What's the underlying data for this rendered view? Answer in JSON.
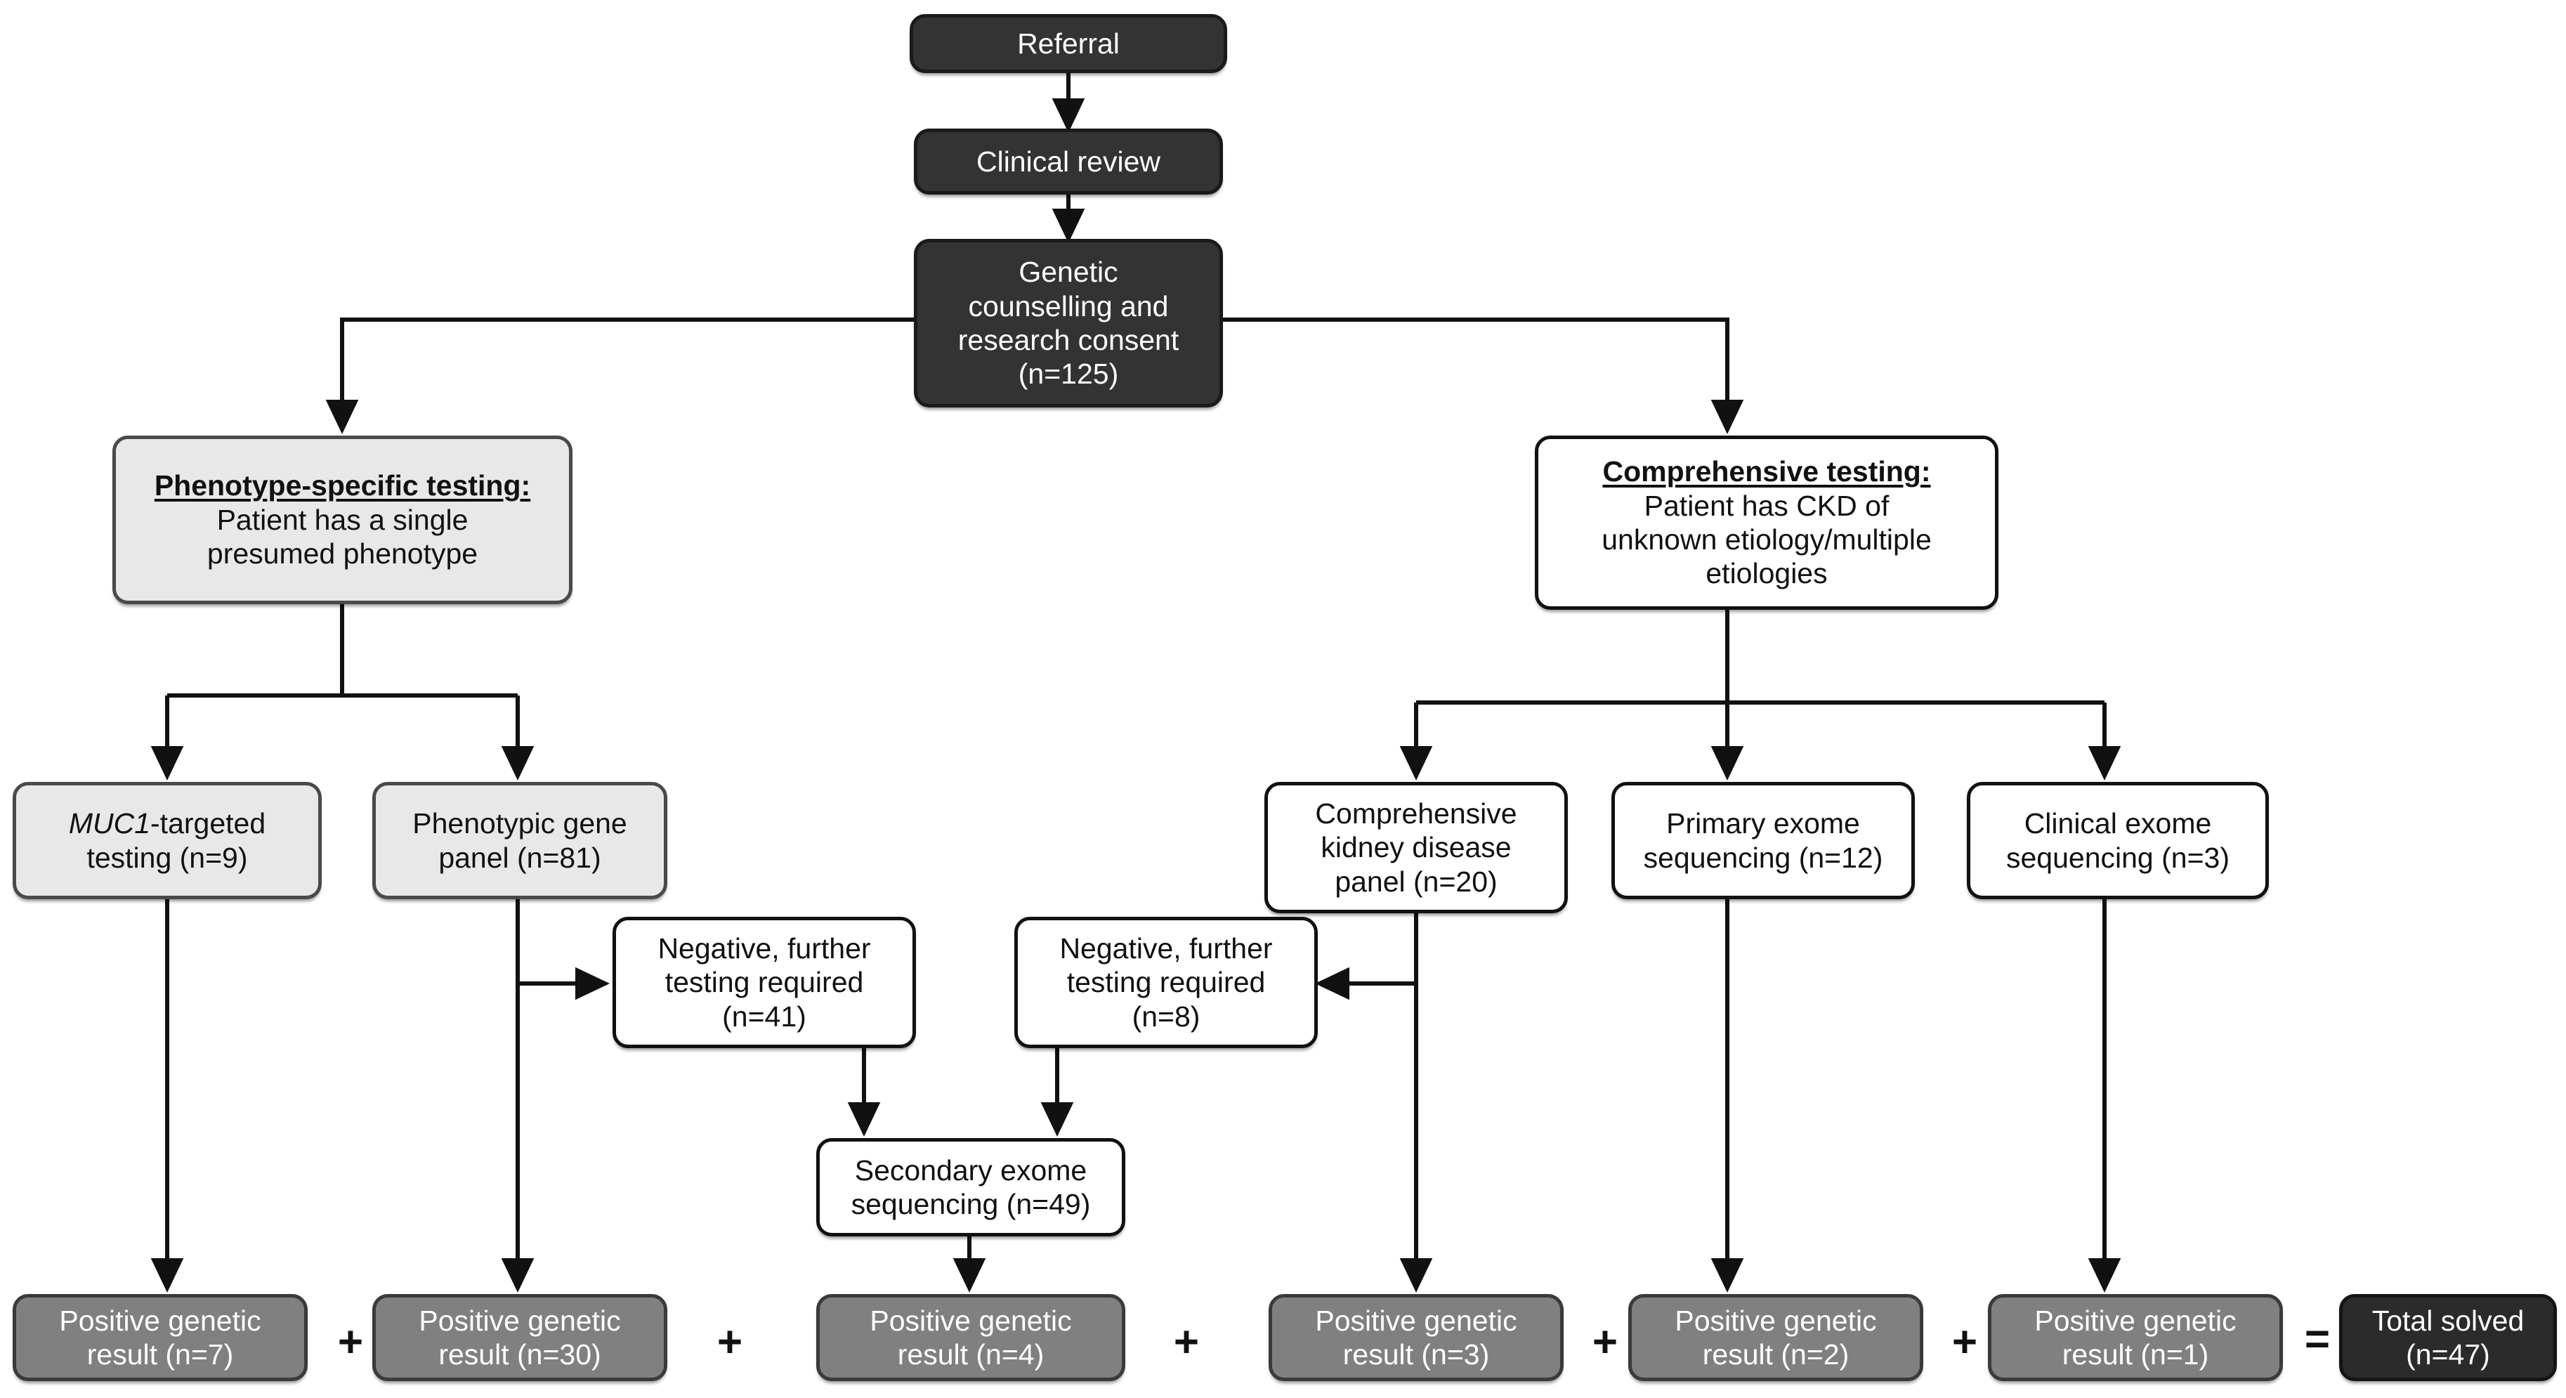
{
  "figure": {
    "type": "flowchart",
    "title": "Genetic testing pathway flowchart",
    "orientation": "top-down"
  },
  "colors": {
    "dark_node": "#333333",
    "darkest_node": "#2b2b2b",
    "mid_gray_node": "#808080",
    "light_gray_node": "#e8e8e8",
    "white_node": "#ffffff",
    "stroke": "#111111",
    "dark_text": "#111111",
    "light_text": "#ffffff",
    "background": "#ffffff"
  },
  "nodes": {
    "referral": {
      "label": "Referral",
      "style": "dark"
    },
    "clinical_review": {
      "label": "Clinical review",
      "style": "dark"
    },
    "consent": {
      "line1": "Genetic",
      "line2": "counselling and",
      "line3": "research consent",
      "line4": "(n=125)",
      "n": 125,
      "style": "dark"
    },
    "phenotype_specific": {
      "heading": "Phenotype-specific testing:",
      "line1": "Patient has a single",
      "line2": "presumed phenotype",
      "style": "light"
    },
    "comprehensive": {
      "heading": "Comprehensive testing:",
      "line1": "Patient has CKD of",
      "line2": "unknown etiology/multiple",
      "line3": "etiologies",
      "style": "white"
    },
    "muc1": {
      "gene": "MUC1",
      "line1_rest": "-targeted",
      "line2": "testing (n=9)",
      "n": 9,
      "style": "light"
    },
    "phenotypic_panel": {
      "line1": "Phenotypic gene",
      "line2": "panel (n=81)",
      "n": 81,
      "style": "light"
    },
    "ckd_panel": {
      "line1": "Comprehensive",
      "line2": "kidney disease",
      "line3": "panel (n=20)",
      "n": 20,
      "style": "white"
    },
    "primary_exome": {
      "line1": "Primary exome",
      "line2": "sequencing (n=12)",
      "n": 12,
      "style": "white"
    },
    "clinical_exome": {
      "line1": "Clinical exome",
      "line2": "sequencing (n=3)",
      "n": 3,
      "style": "white"
    },
    "negative_41": {
      "line1": "Negative, further",
      "line2": "testing required",
      "line3": "(n=41)",
      "n": 41,
      "style": "white"
    },
    "negative_8": {
      "line1": "Negative, further",
      "line2": "testing required",
      "line3": "(n=8)",
      "n": 8,
      "style": "white"
    },
    "secondary_exome": {
      "line1": "Secondary exome",
      "line2": "sequencing (n=49)",
      "n": 49,
      "style": "white"
    },
    "positive_7": {
      "line1": "Positive genetic",
      "line2": "result (n=7)",
      "n": 7,
      "style": "mid"
    },
    "positive_30": {
      "line1": "Positive genetic",
      "line2": "result (n=30)",
      "n": 30,
      "style": "mid"
    },
    "positive_4": {
      "line1": "Positive genetic",
      "line2": "result (n=4)",
      "n": 4,
      "style": "mid"
    },
    "positive_3": {
      "line1": "Positive genetic",
      "line2": "result (n=3)",
      "n": 3,
      "style": "mid"
    },
    "positive_2": {
      "line1": "Positive genetic",
      "line2": "result (n=2)",
      "n": 2,
      "style": "mid"
    },
    "positive_1": {
      "line1": "Positive genetic",
      "line2": "result (n=1)",
      "n": 1,
      "style": "mid"
    },
    "total_solved": {
      "line1": "Total solved",
      "line2": "(n=47)",
      "n": 47,
      "style": "darkest"
    }
  },
  "operators": {
    "plus_1": "+",
    "plus_2": "+",
    "plus_3": "+",
    "plus_4": "+",
    "plus_5": "+",
    "equals": "="
  },
  "chart_data": {
    "type": "flowchart",
    "title": "Genetic testing pathway flowchart",
    "totals": {
      "consented": 125,
      "total_solved": 47
    },
    "branches": [
      {
        "name": "Phenotype-specific testing",
        "criteria": "Patient has a single presumed phenotype",
        "tests": [
          {
            "name": "MUC1-targeted testing",
            "n": 9,
            "positive": 7
          },
          {
            "name": "Phenotypic gene panel",
            "n": 81,
            "positive": 30,
            "negative_further_testing": 41
          }
        ]
      },
      {
        "name": "Comprehensive testing",
        "criteria": "Patient has CKD of unknown etiology/multiple etiologies",
        "tests": [
          {
            "name": "Comprehensive kidney disease panel",
            "n": 20,
            "positive": 3,
            "negative_further_testing": 8
          },
          {
            "name": "Primary exome sequencing",
            "n": 12,
            "positive": 2
          },
          {
            "name": "Clinical exome sequencing",
            "n": 3,
            "positive": 1
          }
        ]
      },
      {
        "name": "Secondary exome sequencing",
        "n": 49,
        "positive": 4,
        "inputs": [
          41,
          8
        ]
      }
    ],
    "solved_sum": [
      7,
      30,
      4,
      3,
      2,
      1
    ],
    "solved_sum_equals": 47
  }
}
